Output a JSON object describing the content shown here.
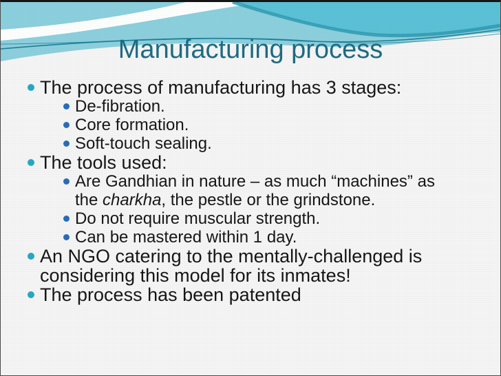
{
  "slide": {
    "title": "Manufacturing process",
    "bullets": [
      {
        "level": 1,
        "text": "The process of manufacturing has 3 stages:"
      },
      {
        "level": 2,
        "text": "De-fibration."
      },
      {
        "level": 2,
        "text": "Core formation."
      },
      {
        "level": 2,
        "text": "Soft-touch sealing."
      },
      {
        "level": 1,
        "text": "The tools used:"
      },
      {
        "level": 2,
        "text": "Are Gandhian in nature – as much “machines” as the charkha, the pestle or the grindstone."
      },
      {
        "level": 2,
        "text": "Do not require muscular strength."
      },
      {
        "level": 2,
        "text": "Can be mastered within 1 day."
      },
      {
        "level": 1,
        "text": "An NGO catering to the mentally-challenged is considering this model for its inmates!"
      },
      {
        "level": 1,
        "text": "The process has been patented"
      }
    ],
    "italic_terms": [
      "charkha"
    ],
    "theme": {
      "title_color": "#1d6b84",
      "text_color": "#161616",
      "level1_bullet_color": "#27a8c5",
      "level2_bullet_color": "#2b6cb8",
      "sky_color": "#8ccfdd",
      "teal_color": "#5cc1d6",
      "dark_teal_color": "#2f9bb3",
      "line_color": "#1b7e95",
      "swoosh_color": "#fdfffe",
      "body_color": "#f4f5f4"
    }
  }
}
